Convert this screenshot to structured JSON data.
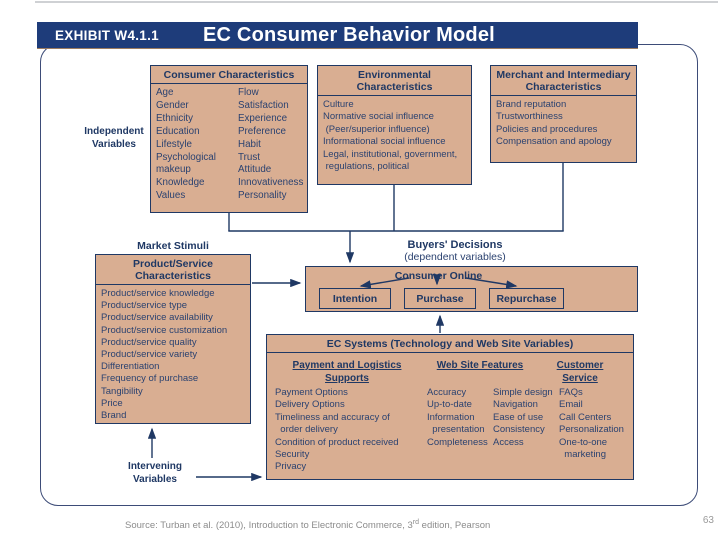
{
  "header": {
    "exhibit": "EXHIBIT W4.1.1",
    "title": "EC Consumer Behavior Model"
  },
  "labels": {
    "independent": "Independent Variables",
    "market_stimuli": "Market Stimuli",
    "buyers_decisions": "Buyers' Decisions",
    "dependent": "(dependent variables)",
    "intervening": "Intervening Variables"
  },
  "consumer_box": {
    "title": "Consumer Characteristics",
    "col1": [
      "Age",
      "Gender",
      "Ethnicity",
      "Education",
      "Lifestyle",
      "Psychological\nmakeup",
      "Knowledge",
      "Values"
    ],
    "col2": [
      "Flow",
      "Satisfaction",
      "Experience",
      "Preference",
      "Habit",
      "Trust",
      "Attitude",
      "Innovativeness",
      "Personality"
    ]
  },
  "environment_box": {
    "title": "Environmental Characteristics",
    "items": [
      "Culture",
      "Normative social influence\n (Peer/superior influence)",
      "Informational social influence",
      "Legal, institutional, government,\n regulations, political"
    ]
  },
  "merchant_box": {
    "title": "Merchant and Intermediary Characteristics",
    "items": [
      "Brand reputation",
      "Trustworthiness",
      "Policies and procedures",
      "Compensation and apology"
    ]
  },
  "product_box": {
    "title": "Product/Service Characteristics",
    "items": [
      "Product/service knowledge",
      "Product/service type",
      "Product/service availability",
      "Product/service customization",
      "Product/service quality",
      "Product/service variety",
      "Differentiation",
      "Frequency of purchase",
      "Tangibility",
      "Price",
      "Brand"
    ]
  },
  "consumer_online": {
    "title": "Consumer Online",
    "options": [
      "Intention",
      "Purchase",
      "Repurchase"
    ]
  },
  "ec_box": {
    "title": "EC Systems (Technology and Web Site Variables)",
    "payment": {
      "title": "Payment and Logistics Supports",
      "items": [
        "Payment Options",
        "Delivery Options",
        "Timeliness and accuracy of\n  order delivery",
        "Condition of product received",
        "Security",
        "Privacy"
      ]
    },
    "web": {
      "title": "Web Site Features",
      "col1": [
        "Accuracy",
        "Up-to-date",
        "Information\n  presentation",
        "Completeness"
      ],
      "col2": [
        "Simple design",
        "Navigation",
        "Ease of use",
        "Consistency",
        "Access"
      ]
    },
    "service": {
      "title": "Customer Service",
      "items": [
        "FAQs",
        "Email",
        "Call Centers",
        "Personalization",
        "One-to-one\n  marketing"
      ]
    }
  },
  "footer": {
    "source_prefix": "Source: Turban et al. (2010), Introduction to Electronic Commerce, 3",
    "source_sup": "rd",
    "source_suffix": " edition, Pearson",
    "page": "63"
  },
  "colors": {
    "navy": "#1f3864",
    "titlebar_blue": "#1e3c7a",
    "box_tan": "#d9ae92",
    "footer_gray": "#8c8c8c"
  }
}
